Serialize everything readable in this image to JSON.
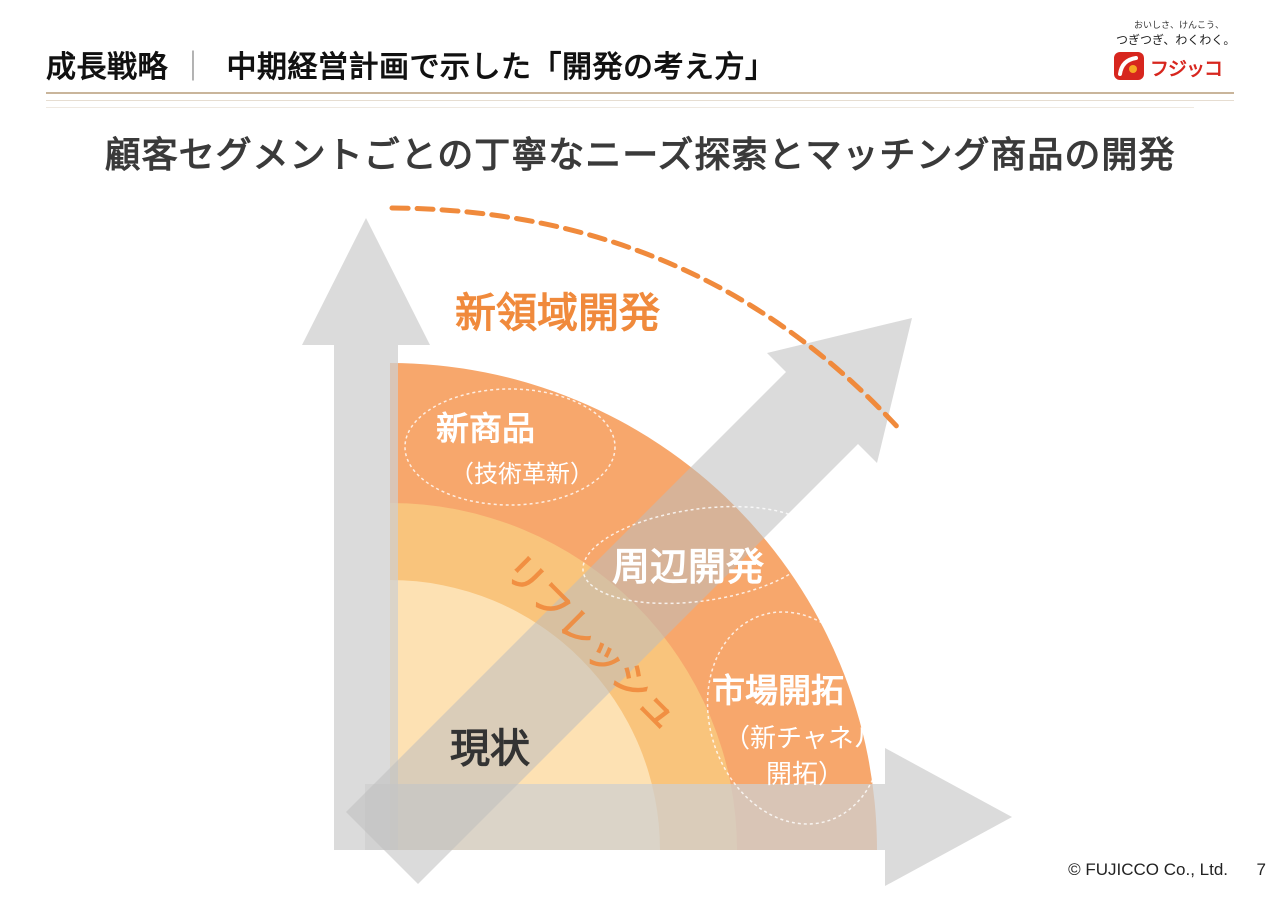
{
  "header": {
    "section": "成長戦略",
    "separator": "｜",
    "title": "中期経営計画で示した「開発の考え方」"
  },
  "logo": {
    "tagline_line1": "おいしさ、けんこう、",
    "tagline_line2": "つぎつぎ、わくわく。",
    "company_name": "フジッコ",
    "brand_color": "#d7261e"
  },
  "subtitle": "顧客セグメントごとの丁寧なニーズ探索とマッチング商品の開発",
  "diagram": {
    "outer_label": "新領域開発",
    "current_label": "現状",
    "refresh_label": "リフレッシュ",
    "new_product": {
      "title": "新商品",
      "sub": "（技術革新）"
    },
    "peripheral": {
      "title": "周辺開発"
    },
    "market": {
      "title": "市場開拓",
      "sub_line1": "（新チャネル",
      "sub_line2": "開拓）"
    },
    "colors": {
      "outer_band": "#f7a76c",
      "middle_band": "#f9c47c",
      "inner_core": "#fde1b3",
      "dashed_arc": "#f08a3c",
      "outer_label": "#f08a3c",
      "arrows": "#cfcfcf",
      "band_text": "#ffffff",
      "refresh_text": "#f08a3c",
      "current_text": "#333333"
    }
  },
  "footer": {
    "copyright": "© FUJICCO Co., Ltd.",
    "page_number": "7"
  }
}
